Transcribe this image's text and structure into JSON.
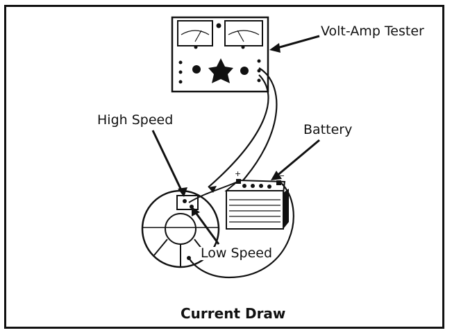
{
  "labels": {
    "volt_amp_tester": "Volt-Amp Tester",
    "high_speed": "High Speed",
    "battery": "Battery",
    "low_speed": "Low Speed"
  },
  "caption": "Current Draw",
  "battery_terminals": {
    "positive": "+",
    "negative": "−"
  },
  "colors": {
    "ink": "#111111",
    "paper": "#ffffff"
  }
}
